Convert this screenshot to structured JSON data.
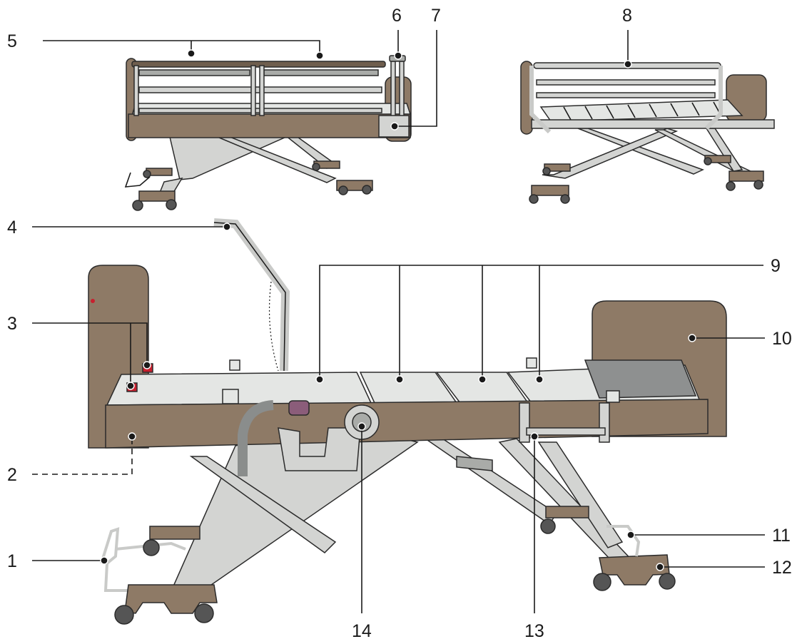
{
  "colors": {
    "frame": "#8e7a66",
    "frame_dark": "#6f5e4e",
    "metal": "#d3d4d2",
    "metal_dark": "#a9aba8",
    "platform": "#e4e6e4",
    "grip": "#8a8d8c",
    "connector": "#8b5d7a",
    "release": "#c8202e",
    "wheel": "#555555",
    "line": "#1a1a1a"
  },
  "callouts": [
    {
      "id": "1",
      "label": "1"
    },
    {
      "id": "2",
      "label": "2"
    },
    {
      "id": "3",
      "label": "3"
    },
    {
      "id": "4",
      "label": "4"
    },
    {
      "id": "5",
      "label": "5"
    },
    {
      "id": "6",
      "label": "6"
    },
    {
      "id": "7",
      "label": "7"
    },
    {
      "id": "8",
      "label": "8"
    },
    {
      "id": "9",
      "label": "9"
    },
    {
      "id": "10",
      "label": "10"
    },
    {
      "id": "11",
      "label": "11"
    },
    {
      "id": "12",
      "label": "12"
    },
    {
      "id": "13",
      "label": "13"
    },
    {
      "id": "14",
      "label": "14"
    }
  ]
}
